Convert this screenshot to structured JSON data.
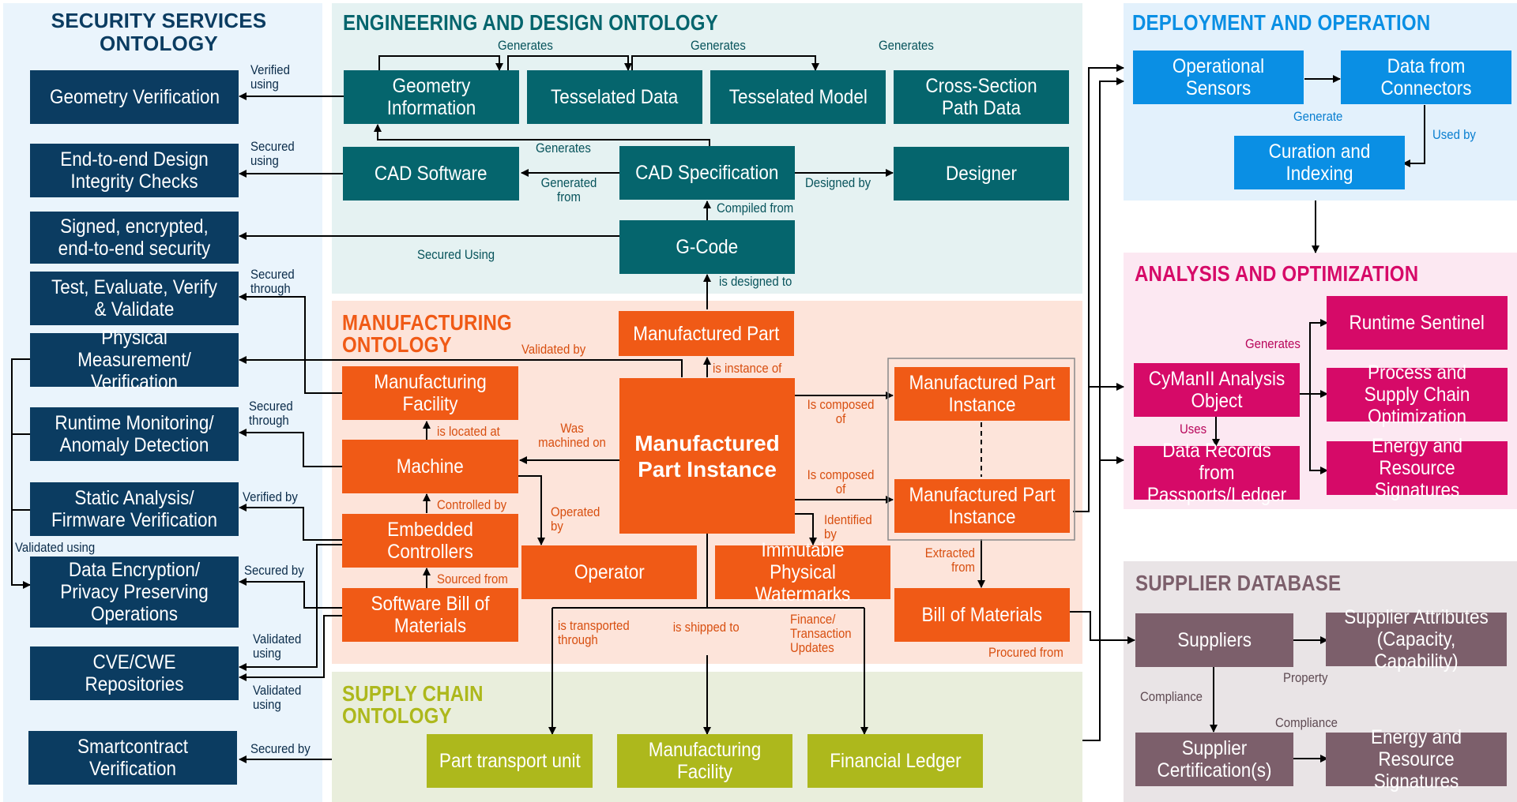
{
  "panels": {
    "security": {
      "title": "SECURITY SERVICES ONTOLOGY",
      "color": "#0b3c61",
      "bg": "#eaf4fc"
    },
    "engineering": {
      "title": "ENGINEERING AND DESIGN ONTOLOGY",
      "color": "#05656d",
      "bg": "#e5f2f2"
    },
    "manufacturing": {
      "title_line1": "MANUFACTURING",
      "title_line2": "ONTOLOGY",
      "color": "#f05a16",
      "bg": "#fde4da"
    },
    "supply_chain": {
      "title_line1": "SUPPLY CHAIN",
      "title_line2": "ONTOLOGY",
      "color": "#adb81c",
      "bg": "#e9eedc"
    },
    "deployment": {
      "title": "DEPLOYMENT AND OPERATION",
      "color": "#0a8fe4",
      "bg": "#e3f1fc"
    },
    "analysis": {
      "title": "ANALYSIS AND OPTIMIZATION",
      "color": "#d60a68",
      "bg": "#fce8f2"
    },
    "supplier_db": {
      "title": "SUPPLIER DATABASE",
      "color": "#7c5f6b",
      "bg": "#e9e4e6"
    }
  },
  "security_nodes": [
    "Geometry Verification",
    "End-to-end Design Integrity Checks",
    "Signed, encrypted, end-to-end security",
    "Test, Evaluate, Verify & Validate",
    "Physical Measurement/ Verification",
    "Runtime Monitoring/ Anomaly Detection",
    "Static Analysis/ Firmware Verification",
    "Data Encryption/ Privacy Preserving Operations",
    "CVE/CWE Repositories",
    "Smartcontract Verification"
  ],
  "engineering_nodes": {
    "geometry_information": "Geometry Information",
    "tesselated_data": "Tesselated Data",
    "tesselated_model": "Tesselated Model",
    "cross_section": "Cross-Section Path Data",
    "cad_software": "CAD Software",
    "cad_specification": "CAD Specification",
    "designer": "Designer",
    "g_code": "G-Code"
  },
  "manufacturing_nodes": {
    "manufactured_part": "Manufactured Part",
    "manufacturing_facility": "Manufacturing Facility",
    "machine": "Machine",
    "embedded_controllers": "Embedded Controllers",
    "software_bom": "Software Bill of Materials",
    "operator": "Operator",
    "mpi_main": "Manufactured Part Instance",
    "mpi_1": "Manufactured Part Instance",
    "mpi_2": "Manufactured Part Instance",
    "watermarks": "Immutable Physical Watermarks",
    "bom": "Bill of Materials"
  },
  "supply_nodes": {
    "transport": "Part transport unit",
    "facility": "Manufacturing Facility",
    "ledger": "Financial Ledger"
  },
  "deployment_nodes": {
    "sensors": "Operational Sensors",
    "connectors": "Data from Connectors",
    "curation": "Curation and Indexing"
  },
  "analysis_nodes": {
    "cymanii": "CyManII Analysis Object",
    "records": "Data Records from Passports/Ledger",
    "sentinel": "Runtime Sentinel",
    "optimization": "Process and Supply Chain Optimization",
    "energy": "Energy and Resource Signatures"
  },
  "supplier_nodes": {
    "suppliers": "Suppliers",
    "attributes": "Supplier Attributes (Capacity, Capability)",
    "certification": "Supplier Certification(s)",
    "energy": "Energy and Resource Signatures"
  },
  "edge_labels": {
    "verified_using": "Verified using",
    "secured_using_1": "Secured using",
    "secured_through_1": "Secured through",
    "secured_through_2": "Secured through",
    "verified_by": "Verified by",
    "validated_using_left": "Validated using",
    "secured_by_1": "Secured by",
    "validated_using_1": "Validated using",
    "validated_using_2": "Validated using",
    "secured_by_2": "Secured by",
    "generates_1": "Generates",
    "generates_2": "Generates",
    "generates_3": "Generates",
    "generates_4": "Generates",
    "generated_from": "Generated from",
    "designed_by": "Designed by",
    "compiled_from": "Compiled from",
    "secured_using_2": "Secured Using",
    "is_designed_to": "is designed to",
    "validated_by": "Validated by",
    "is_instance_of": "is instance of",
    "is_located_at": "is located at",
    "was_machined_on": "Was machined on",
    "controlled_by": "Controlled by",
    "operated_by": "Operated by",
    "sourced_from": "Sourced from",
    "is_composed_of_1": "Is composed of",
    "is_composed_of_2": "Is composed of",
    "identified_by": "Identified by",
    "extracted_from": "Extracted from",
    "procured_from": "Procured from",
    "is_transported_through": "is transported through",
    "is_shipped_to": "is shipped to",
    "finance_updates": "Finance/ Transaction Updates",
    "generate": "Generate",
    "used_by": "Used by",
    "generates_analysis": "Generates",
    "uses": "Uses",
    "property": "Property",
    "compliance_1": "Compliance",
    "compliance_2": "Compliance"
  }
}
